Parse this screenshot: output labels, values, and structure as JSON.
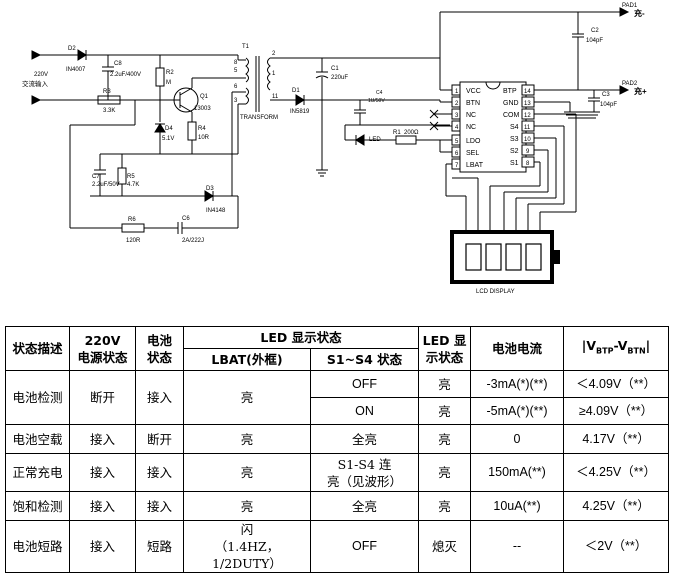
{
  "schematic": {
    "labels": {
      "d2": "D2",
      "d2_part": "IN4007",
      "c8": "C8",
      "c8_val": "2.2uF/400V",
      "r2": "R2",
      "r2_val": "M",
      "r3": "R3",
      "r3_val": "3.3K",
      "q1": "Q1",
      "q1_part": "13003",
      "d4": "D4",
      "d4_val": "5.1V",
      "r4": "R4",
      "r4_val": "10R",
      "c7": "C7",
      "c7_val": "2.2uF/50V",
      "r5": "R5",
      "r5_val": "4.7K",
      "d3": "D3",
      "d3_part": "IN4148",
      "r6": "R6",
      "r6_val": "120R",
      "c6": "C6",
      "c6_val": "2A/222J",
      "ac_in": "220V",
      "ac_in2": "交流输入",
      "t1": "T1",
      "transform": "TRANSFORM",
      "d1": "D1",
      "d1_part": "IN5819",
      "c1": "C1",
      "c1_val": "220uF",
      "c4": "C4",
      "c4_val": "1U/50V",
      "led": "LED",
      "r1": "R1",
      "r1_val": "200Ω",
      "c2": "C2",
      "c2_val": "104pF",
      "c3": "C3",
      "c3_val": "104pF",
      "pad1": "PAD1",
      "pad1_sign": "充-",
      "pad2": "PAD2",
      "pad2_sign": "充+",
      "lcd": "LCD DISPLAY",
      "pin2": "2",
      "pin1": "1",
      "pin8": "8",
      "pin5": "5",
      "pin6": "6",
      "pin11": "11",
      "pin3": "3"
    },
    "ic_left_pins": [
      {
        "num": "1",
        "name": "VCC"
      },
      {
        "num": "2",
        "name": "BTN"
      },
      {
        "num": "3",
        "name": "NC"
      },
      {
        "num": "4",
        "name": "NC"
      },
      {
        "num": "5",
        "name": "LDO"
      },
      {
        "num": "6",
        "name": "SEL"
      },
      {
        "num": "7",
        "name": "LBAT"
      }
    ],
    "ic_right_pins": [
      {
        "num": "14",
        "name": "BTP"
      },
      {
        "num": "13",
        "name": "GND"
      },
      {
        "num": "12",
        "name": "COM"
      },
      {
        "num": "11",
        "name": "S4"
      },
      {
        "num": "10",
        "name": "S3"
      },
      {
        "num": "9",
        "name": "S2"
      },
      {
        "num": "8",
        "name": "S1"
      }
    ]
  },
  "table": {
    "headers": {
      "status": "状态描述",
      "power_a": "220V",
      "power_b": "电源状态",
      "battery_a": "电池",
      "battery_b": "状态",
      "led_display": "LED 显示状态",
      "lbat": "LBAT(外框)",
      "s1s4": "S1~S4 状态",
      "led_a": "LED 显",
      "led_b": "示状态",
      "current": "电池电流",
      "vbtp_prefix": "|V",
      "vbtp_sub1": "BTP",
      "vbtp_mid": "-V",
      "vbtp_sub2": "BTN",
      "vbtp_suffix": "|"
    },
    "rows": [
      {
        "status": "电池检测",
        "power": "断开",
        "battery": "接入",
        "lbat": "亮",
        "s1s4": "OFF",
        "led": "亮",
        "current": "-3mA(*)(**)",
        "vdiff": "＜4.09V（**）"
      },
      {
        "s1s4": "ON",
        "led": "亮",
        "current": "-5mA(*)(**)",
        "vdiff": "≥4.09V（**）"
      },
      {
        "status": "电池空载",
        "power": "接入",
        "battery": "断开",
        "lbat": "亮",
        "s1s4": "全亮",
        "led": "亮",
        "current": "0",
        "vdiff": "4.17V（**）"
      },
      {
        "status": "正常充电",
        "power": "接入",
        "battery": "接入",
        "lbat": "亮",
        "s1s4_a": "S1-S4 连",
        "s1s4_b": "亮（见波形）",
        "led": "亮",
        "current": "150mA(**)",
        "vdiff": "＜4.25V（**）"
      },
      {
        "status": "饱和检测",
        "power": "接入",
        "battery": "接入",
        "lbat": "亮",
        "s1s4": "全亮",
        "led": "亮",
        "current": "10uA(**)",
        "vdiff": "4.25V（**）"
      },
      {
        "status": "电池短路",
        "power": "接入",
        "battery": "短路",
        "lbat_a": "闪",
        "lbat_b": "（1.4HZ，1/2DUTY）",
        "s1s4": "OFF",
        "led": "熄灭",
        "current": "--",
        "vdiff": "＜2V（**）"
      }
    ]
  }
}
